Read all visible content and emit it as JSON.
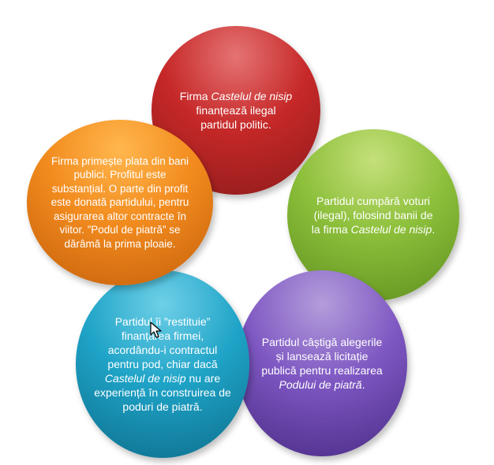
{
  "colors": {
    "red": "#c62828",
    "green": "#8cbf3a",
    "purple": "#7e57c2",
    "blue": "#1ea3c7",
    "orange": "#f28b1e"
  },
  "cycle": {
    "step1": {
      "pre": "Firma ",
      "italic": "Castelul de nisip",
      "post": " finanțează ilegal partidul politic."
    },
    "step2": {
      "pre": "Partidul cumpără voturi (ilegal), folosind banii de la firma ",
      "italic": "Castelul de nisip",
      "post": "."
    },
    "step3": {
      "pre": "Partidul câștigă alegerile și lansează licitație publică pentru realizarea ",
      "italic": "Podului de piatră",
      "post": "."
    },
    "step4": {
      "pre": "Partidul îi ”restituie” finanțarea firmei, acordându-i contractul pentru pod, chiar dacă ",
      "italic": "Castelul de nisip",
      "post": " nu are experiență în construirea de poduri de piatră."
    },
    "step5": {
      "text": "Firma primește plata din bani publici. Profitul este substanțial. O parte din profit este donată partidului, pentru asigurarea altor contracte în viitor. ”Podul de piatră” se dărâmă la prima ploaie."
    }
  },
  "cursor_icon": "mouse-pointer-icon"
}
